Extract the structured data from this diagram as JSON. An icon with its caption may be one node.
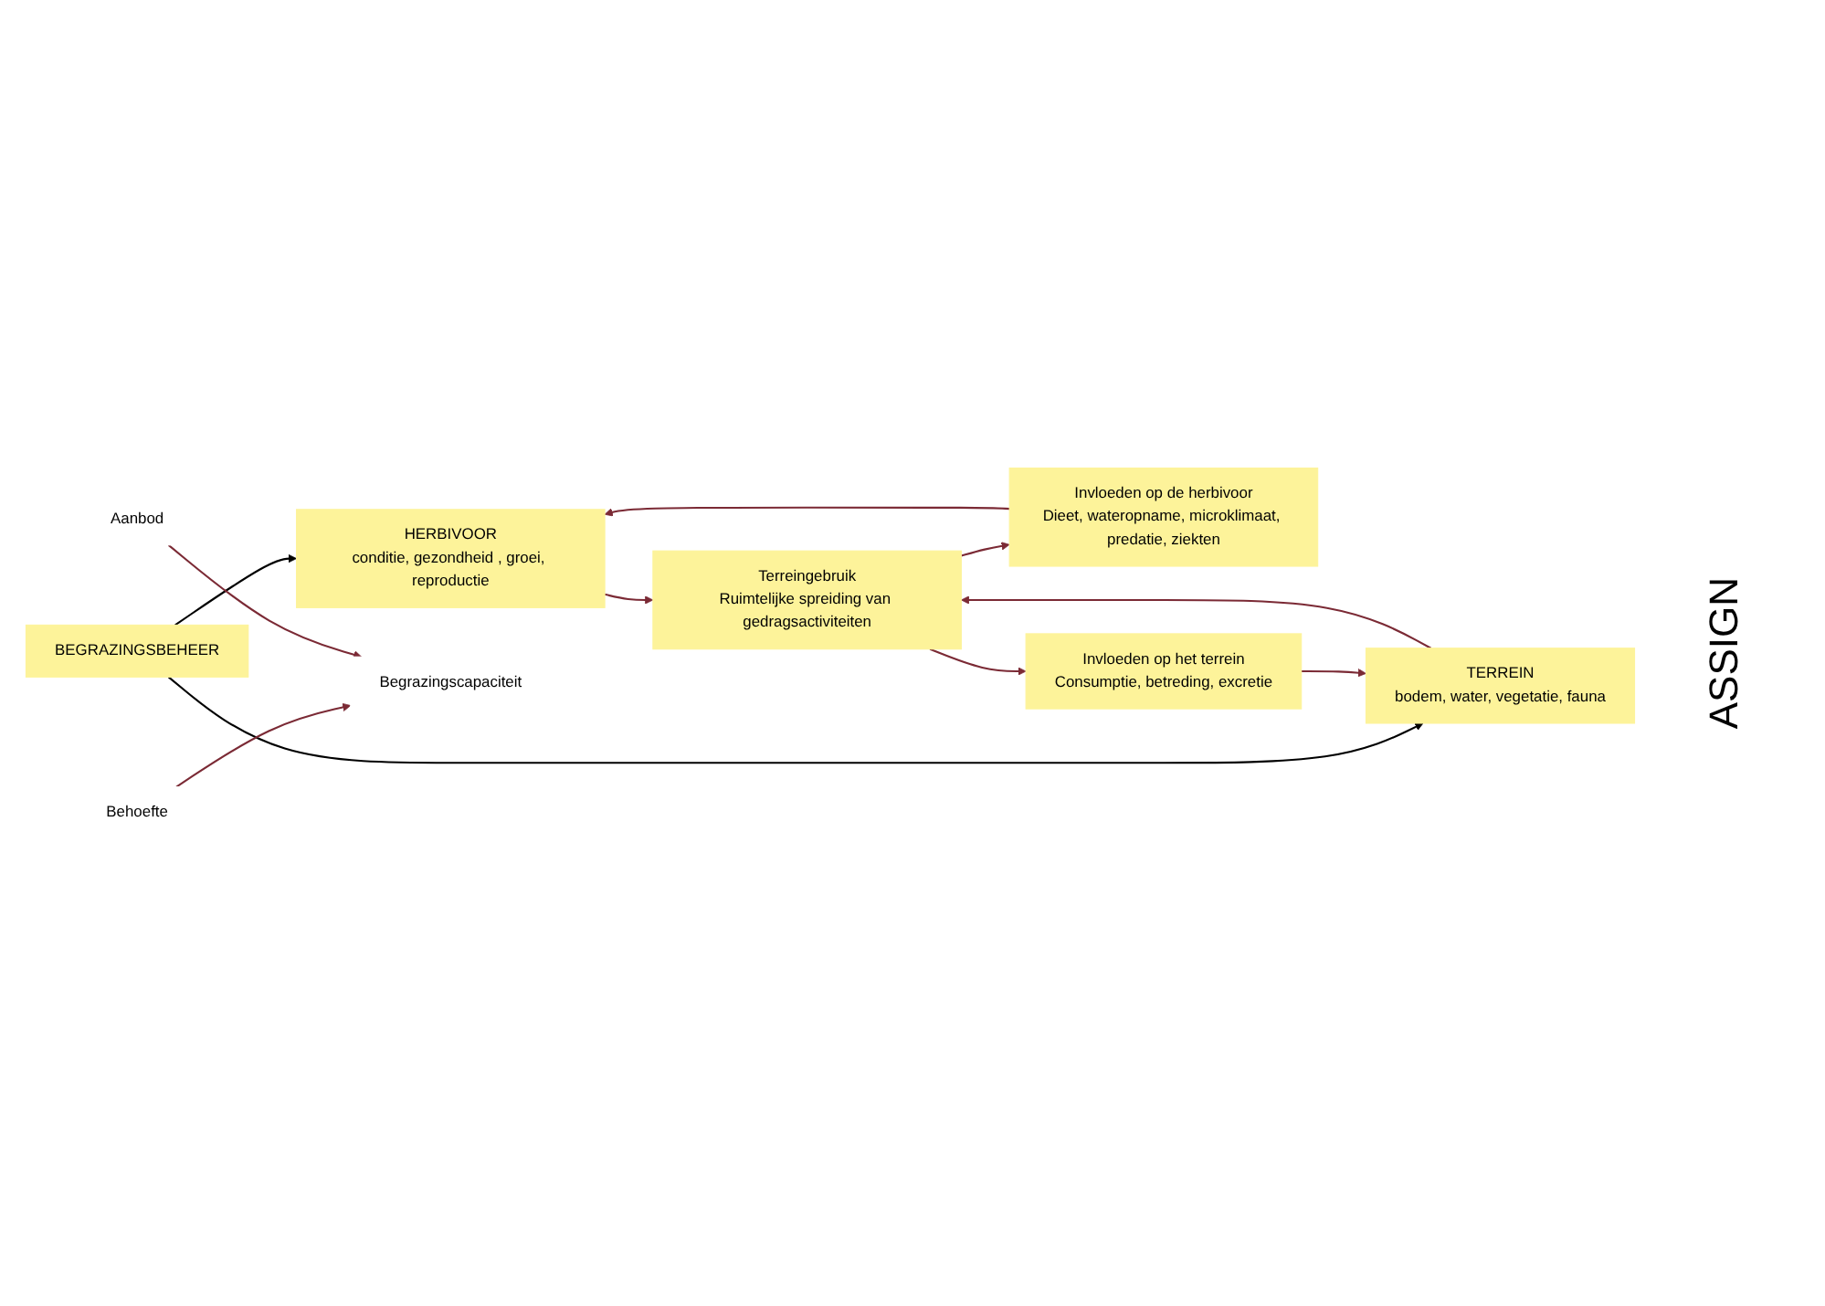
{
  "diagram": {
    "nodes": [
      {
        "text": [
          "BEGRAZINGSBEHEER"
        ]
      },
      {
        "text": [
          "HERBIVOOR",
          "conditie, gezondheid , groei, reproductie"
        ]
      },
      {
        "text": [
          "Invloeden op de herbivoor",
          "Dieet, wateropname, microklimaat, predatie, ziekten"
        ]
      },
      {
        "text": [
          "Terreingebruik",
          "Ruimtelijke spreiding van gedragsactiviteiten"
        ]
      },
      {
        "text": [
          "Invloeden op het terrein",
          "Consumptie, betreding, excretie"
        ]
      },
      {
        "text": [
          "TERREIN",
          "bodem, water, vegetatie, fauna"
        ]
      },
      {
        "text": [
          "Behoefte"
        ]
      },
      {
        "text": [
          "Aanbod"
        ]
      },
      {
        "text": [
          "Begrazingscapaciteit"
        ]
      }
    ],
    "edges": [
      {
        "from": 0,
        "to": 1,
        "arrow": "to",
        "color": "#000000"
      },
      {
        "from": 0,
        "to": 5,
        "arrow": "to",
        "color": "#000000"
      },
      {
        "from": 1,
        "to": 3,
        "arrow": "to"
      },
      {
        "from": 5,
        "to": 3,
        "arrow": "to"
      },
      {
        "from": 3,
        "to": 2,
        "arrow": "to"
      },
      {
        "from": 2,
        "to": 1,
        "arrow": "to"
      },
      {
        "from": 3,
        "to": 4,
        "arrow": "to"
      },
      {
        "from": 4,
        "to": 5,
        "arrow": "to"
      },
      {
        "from": 6,
        "to": 8,
        "arrow": "to"
      },
      {
        "from": 7,
        "to": 8,
        "arrow": "to"
      }
    ],
    "labels": [
      "ASSIGN"
    ]
  }
}
